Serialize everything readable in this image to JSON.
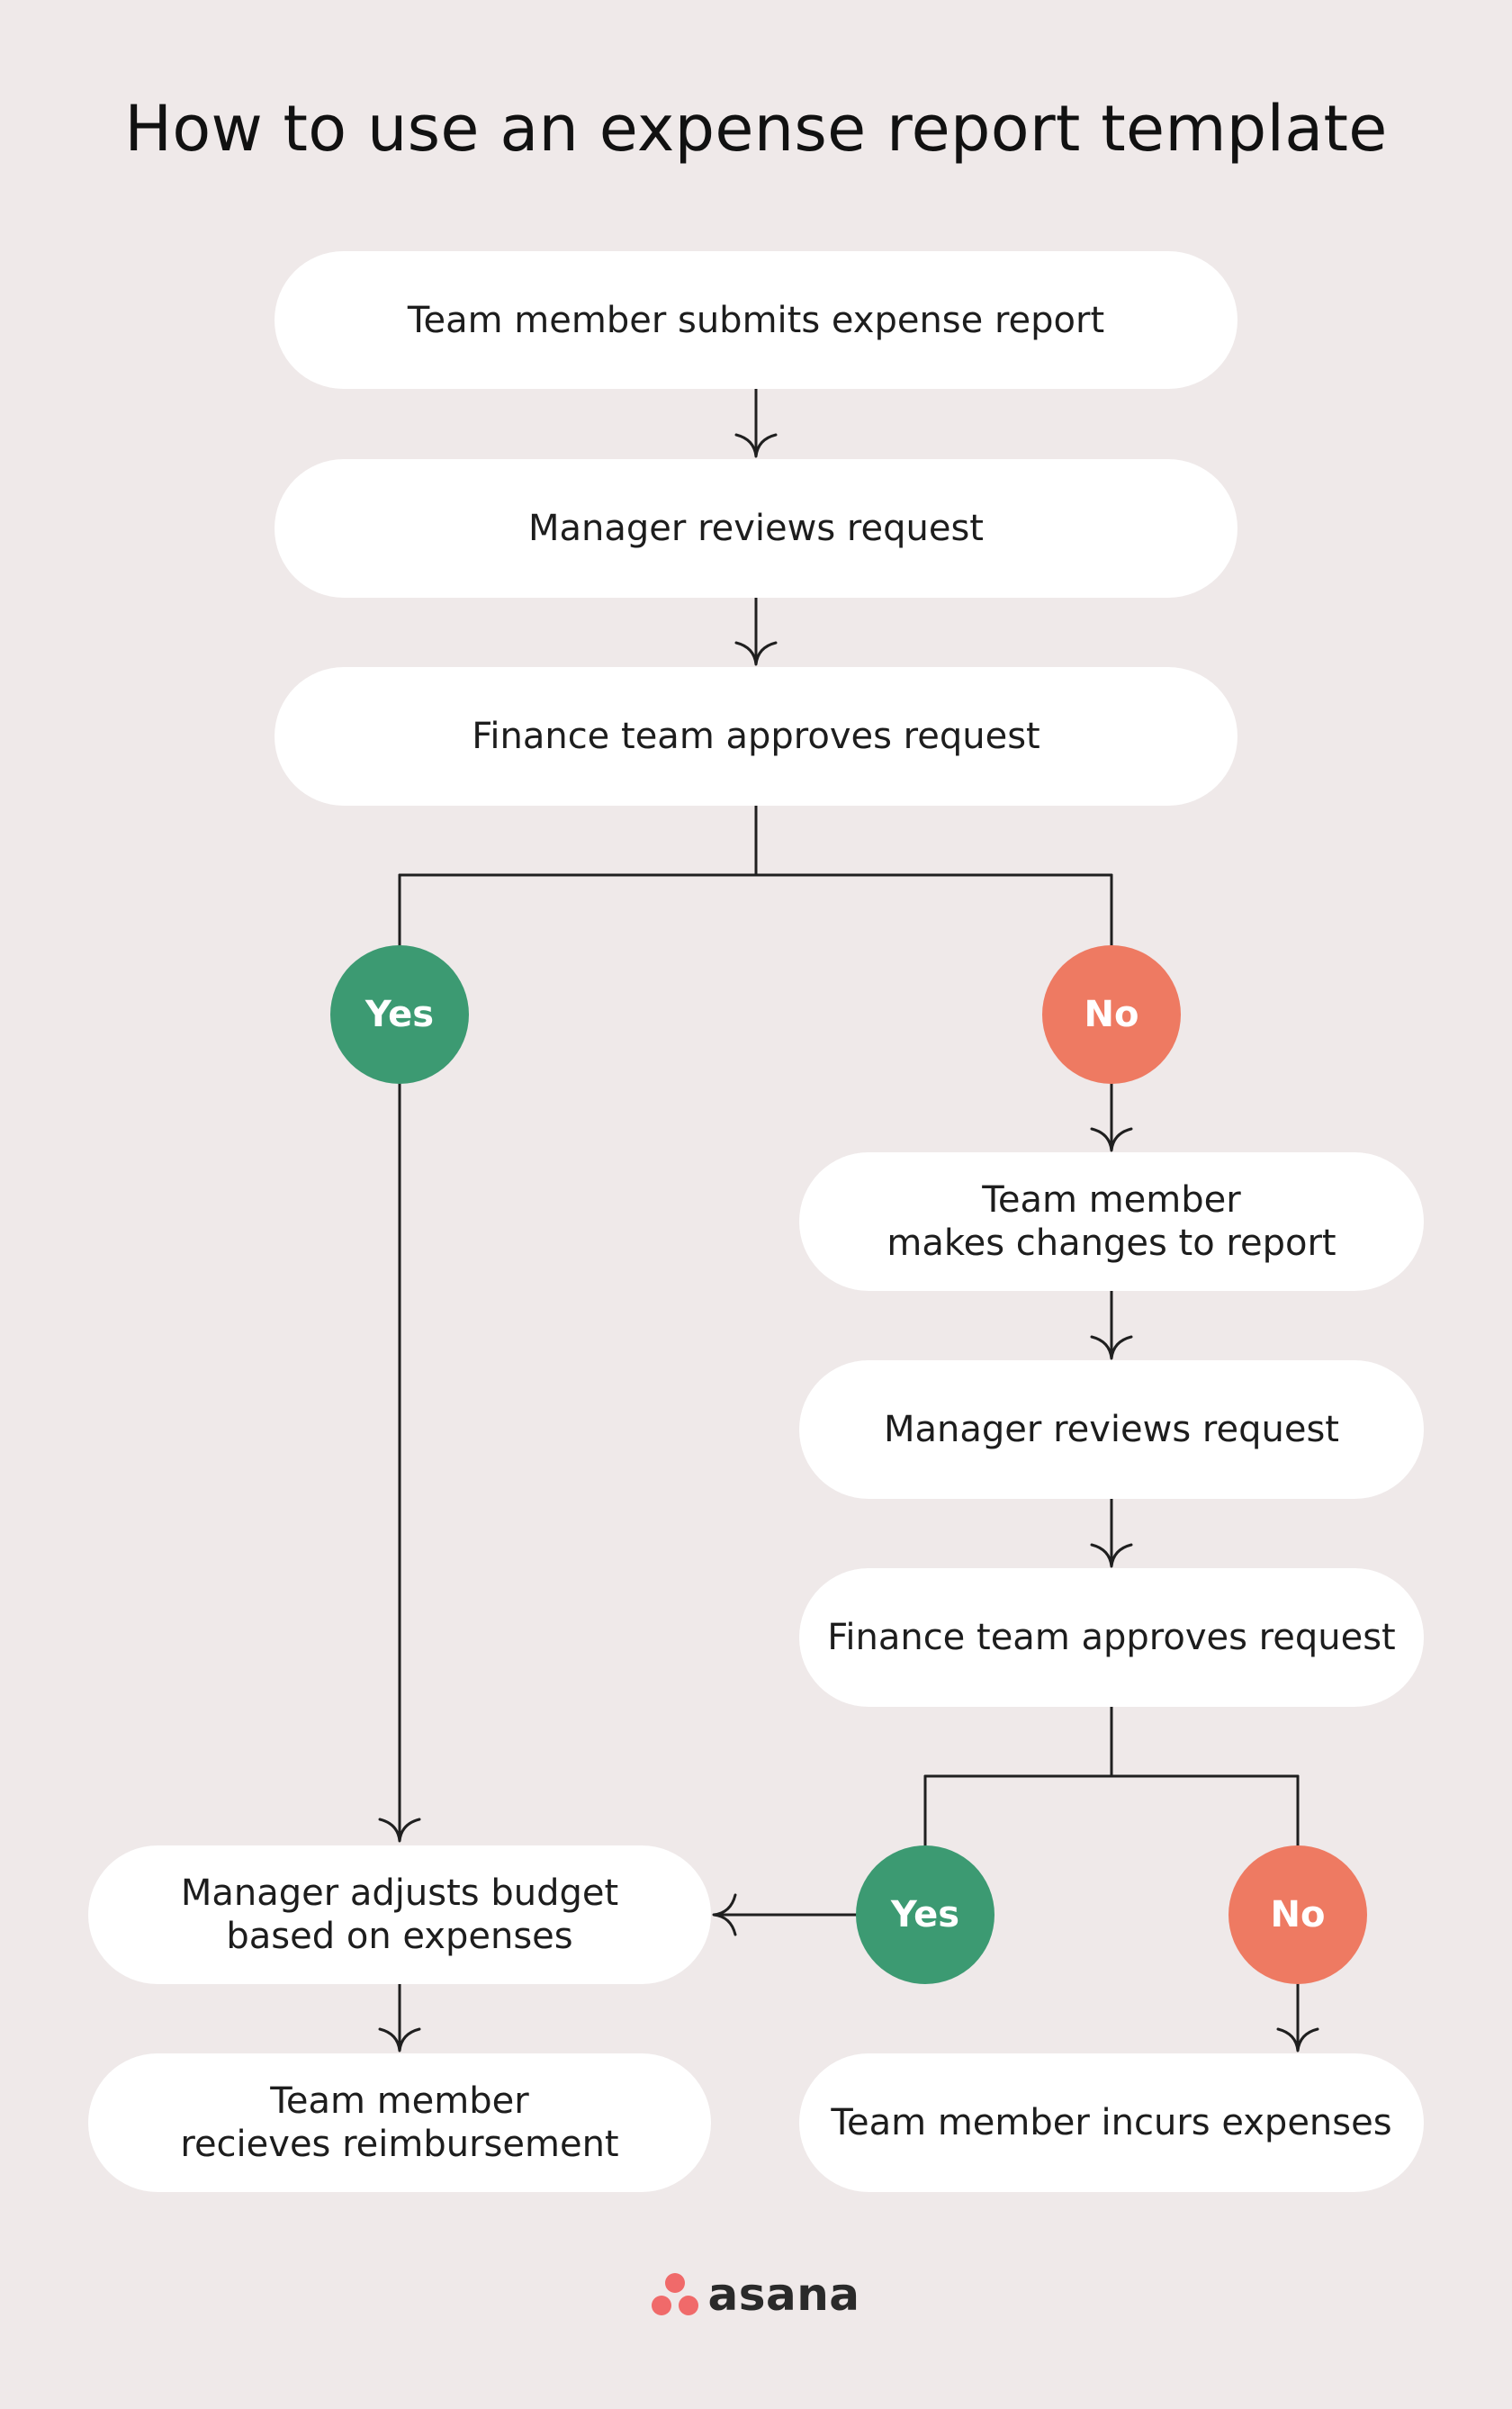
{
  "title": "How to use an expense report template",
  "nodes": {
    "submit": "Team member submits expense report",
    "review_1": "Manager reviews request",
    "finance_1": "Finance team approves request",
    "changes": "Team member\nmakes changes to report",
    "review_2": "Manager reviews request",
    "finance_2": "Finance team approves request",
    "adjust_budget": "Manager adjusts budget\nbased on expenses",
    "reimbursement": "Team member\nrecieves reimbursement",
    "incurs": "Team member incurs expenses"
  },
  "decisions": {
    "yes_1": "Yes",
    "no_1": "No",
    "yes_2": "Yes",
    "no_2": "No"
  },
  "brand": {
    "name": "asana",
    "logo_icon": "asana-three-dots-icon"
  },
  "colors": {
    "background": "#efe9e9",
    "node": "#ffffff",
    "yes": "#3c9a72",
    "no": "#ee7a62",
    "line": "#1f1f1f",
    "brand_accent": "#f06a6a"
  }
}
